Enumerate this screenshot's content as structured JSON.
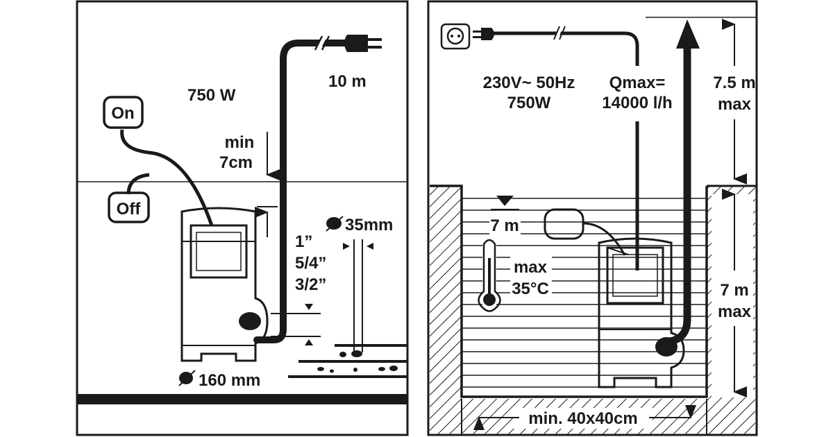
{
  "left_panel": {
    "power": "750 W",
    "cable_length": "10 m",
    "switch_on": "On",
    "switch_off": "Off",
    "min_label": "min",
    "min_value": "7cm",
    "hose_sizes": [
      "1”",
      "5/4”",
      "3/2”"
    ],
    "particle_size": "35mm",
    "pump_diameter": "160 mm"
  },
  "right_panel": {
    "voltage": "230V~ 50Hz",
    "power": "750W",
    "flow_label": "Qmax=",
    "flow_value": "14000 l/h",
    "head_value": "7.5 m",
    "head_max": "max",
    "immersion_value": "7 m",
    "depth_value": "7 m",
    "depth_max": "max",
    "temp_max": "max",
    "temp_value": "35°C",
    "pit_size": "min. 40x40cm"
  },
  "colors": {
    "ink": "#1a1a1a",
    "background": "#ffffff"
  }
}
